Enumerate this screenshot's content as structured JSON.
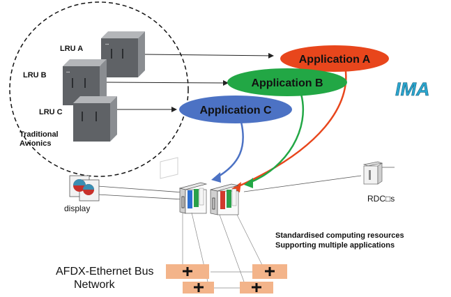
{
  "legacy": {
    "lrus": [
      {
        "label": "LRU  A"
      },
      {
        "label": "LRU  B"
      },
      {
        "label": "LRU  C"
      }
    ],
    "group_label_line1": "Traditional",
    "group_label_line2": "Avionics"
  },
  "applications": [
    {
      "label": "Application A",
      "color": "#e8461c"
    },
    {
      "label": "Application B",
      "color": "#22a745"
    },
    {
      "label": "Application C",
      "color": "#4c72c4"
    }
  ],
  "ima_label": "IMA",
  "display_label": "display",
  "rdc_label": "RDC□s",
  "caption_line1": "Standardised computing resources",
  "caption_line2": "Supporting multiple applications",
  "network_label_line1": "AFDX-Ethernet Bus",
  "network_label_line2": "Network",
  "colors": {
    "ima_blue": "#2aa6cf",
    "switch_fill": "#f3b48a",
    "box_dark": "#5f6266",
    "box_mid": "#8a8d91",
    "box_light": "#b4b6b9"
  }
}
